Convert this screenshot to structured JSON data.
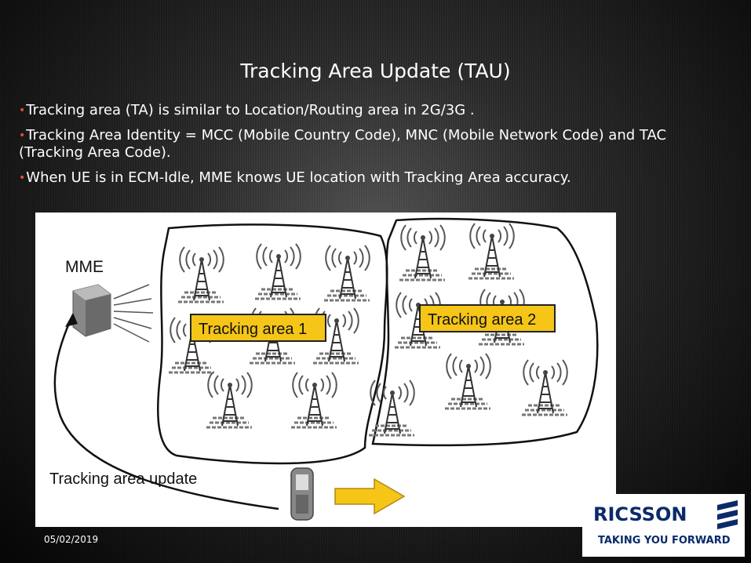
{
  "slide": {
    "title": "Tracking Area Update (TAU)",
    "bullets": [
      "Tracking area (TA) is similar to Location/Routing area in 2G/3G .",
      "Tracking Area Identity = MCC (Mobile Country Code), MNC (Mobile Network Code) and TAC (Tracking Area Code).",
      "When UE is in ECM-Idle, MME knows UE location with Tracking Area accuracy."
    ],
    "bullet_color": "#e05030",
    "date": "05/02/2019"
  },
  "figure": {
    "mme_label": "MME",
    "tracking_area_1": "Tracking area 1",
    "tracking_area_2": "Tracking area 2",
    "update_label": "Tracking area update",
    "label_fill": "#f5c518",
    "arrow_fill": "#f5c518"
  },
  "logo": {
    "name": "RICSSON",
    "tagline": "TAKING YOU FORWARD",
    "color": "#0a2a6a"
  }
}
